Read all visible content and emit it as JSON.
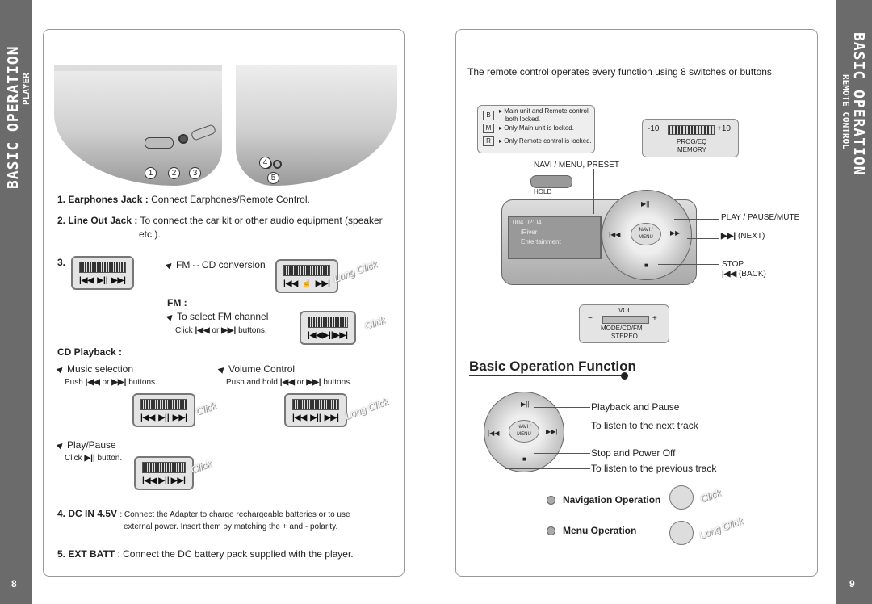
{
  "sidebar_left": {
    "title": "BASIC OPERATION",
    "subtitle": "PLAYER",
    "page_number": "8"
  },
  "sidebar_right": {
    "title": "BASIC OPERATION",
    "subtitle": "REMOTE CONTROL",
    "page_number": "9"
  },
  "left": {
    "callouts": [
      "1",
      "2",
      "3",
      "4",
      "5"
    ],
    "item1": {
      "label": "1. Earphones Jack :",
      "text": "Connect Earphones/Remote Control."
    },
    "item2": {
      "label": "2. Line Out Jack :",
      "text": "To connect the car kit or other audio equipment (speaker",
      "text2": "etc.)."
    },
    "item3": {
      "label": "3.",
      "fm_conv": "FM",
      "fm_conv2": "CD conversion"
    },
    "fm": {
      "heading": "FM :",
      "select": "To select FM channel",
      "click": "Click",
      "or": "or",
      "buttons": "buttons."
    },
    "cd": {
      "heading": "CD Playback :",
      "music": "Music selection",
      "push": "Push",
      "or": "or",
      "buttons": "buttons.",
      "volume": "Volume Control",
      "push_hold": "Push and hold",
      "or2": "or",
      "buttons2": "buttons.",
      "play_pause": "Play/Pause",
      "click": "Click",
      "button": "button."
    },
    "item4": {
      "label": "4. DC IN 4.5V",
      "text": ": Connect the Adapter to charge rechargeable batteries or to use",
      "text2": "external power. Insert them by matching the + and - polarity."
    },
    "item5": {
      "label": "5. EXT BATT",
      "text": ": Connect the DC battery pack supplied with the player."
    },
    "click_labels": {
      "long_click": "Long Click",
      "click": "Click"
    },
    "lcd_buttons": [
      "|◀◀",
      "▶||",
      "▶▶|"
    ]
  },
  "right": {
    "intro": "The remote control operates every function using 8 switches or buttons.",
    "lock": {
      "b": "B",
      "m": "M",
      "r": "R",
      "line1": "Main unit and Remote control",
      "line1b": "both locked.",
      "line2": "Only Main unit is locked.",
      "line3": "Only Remote control is locked."
    },
    "eq": {
      "minus": "-10",
      "plus": "+10",
      "label1": "PROG/EQ",
      "label2": "MEMORY"
    },
    "navi_preset": "NAVI / MENU, PRESET",
    "hold": "HOLD",
    "lcd": {
      "line1": "004  02:04",
      "line2": "iRiver",
      "line3": "Entertainment"
    },
    "navi_button": "NAVI / MENU",
    "play_pause_mute": "PLAY / PAUSE/MUTE",
    "next": "(NEXT)",
    "stop": "STOP",
    "back": "(BACK)",
    "vol": {
      "label": "VOL",
      "minus": "−",
      "plus": "+",
      "mode": "MODE/CD/FM",
      "stereo": "STEREO"
    },
    "section_title": "Basic Operation Function",
    "functions": [
      "Playback and Pause",
      "To listen to the next track",
      "Stop and Power Off",
      "To listen to the previous track"
    ],
    "nav_op": "Navigation Operation",
    "menu_op": "Menu Operation",
    "click": "Click",
    "long_click": "Long Click"
  }
}
